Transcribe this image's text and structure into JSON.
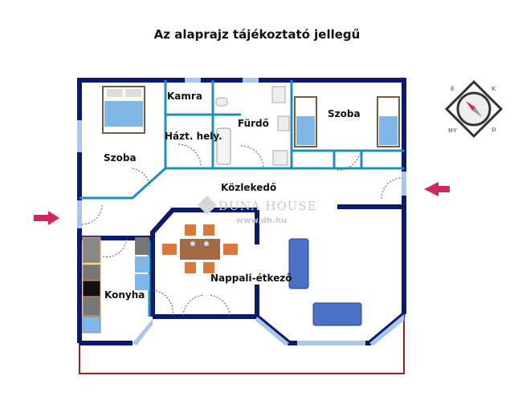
{
  "title": "Az alaprajz tájékoztató jellegű",
  "rooms": {
    "kamra": "Kamra",
    "haztartasi": "Házt. hely.",
    "furdo": "Fürdő",
    "szoba_left": "Szoba",
    "szoba_right": "Szoba",
    "kozlekedo": "Közlekedő",
    "konyha": "Konyha",
    "nappali": "Nappali-étkező"
  },
  "watermark": {
    "brand": "DUNA HOUSE",
    "url": "www.dh.hu"
  },
  "compass": {
    "n": "É",
    "e": "K",
    "s": "D",
    "w": "NY"
  },
  "colors": {
    "outer_wall": "#0b1a6e",
    "inner_wall": "#1f8fc0",
    "window": "#a9c8e8",
    "entry_arrow": "#d0285a",
    "terrace": "#a02020"
  }
}
